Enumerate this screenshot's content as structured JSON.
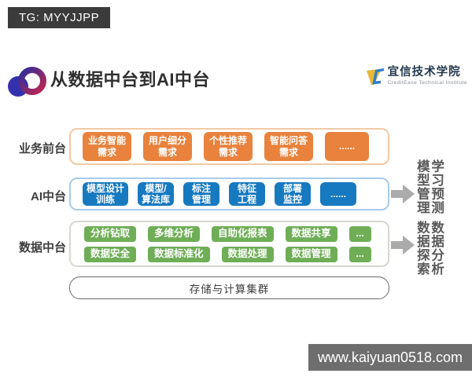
{
  "badge": {
    "text": "TG: MYYJJPP"
  },
  "title": "从数据中台到AI中台",
  "brand": {
    "name": "宜信技术学院",
    "subtitle": "CreditEase Technical Institute"
  },
  "rows": [
    {
      "key": "business-frontend",
      "label": "业务前台",
      "accent": "#e8823c",
      "border": "#f2c9a4",
      "boxes": [
        "业务智能\n需求",
        "用户细分\n需求",
        "个性推荐\n需求",
        "智能问答\n需求",
        "......"
      ]
    },
    {
      "key": "ai-platform",
      "label": "AI中台",
      "accent": "#1779c0",
      "border": "#a9cbe8",
      "boxes": [
        "模型设计\n训练",
        "模型/\n算法库",
        "标注\n管理",
        "特征\n工程",
        "部署\n监控",
        "......"
      ]
    },
    {
      "key": "data-platform",
      "label": "数据中台",
      "accent": "#6fae57",
      "border": "#d4d8cf",
      "boxes_row1": [
        "分析钻取",
        "多维分析",
        "自助化报表",
        "数据共享",
        "..."
      ],
      "boxes_row2": [
        "数据安全",
        "数据标准化",
        "数据处理",
        "数据管理",
        "..."
      ]
    }
  ],
  "storage": {
    "label": "存储与计算集群"
  },
  "annotations": [
    {
      "columns": [
        "模型管理",
        "学习预测"
      ]
    },
    {
      "columns": [
        "数据探索",
        "数据分析"
      ]
    }
  ],
  "watermark": "www.kaiyuan0518.com",
  "colors": {
    "arrow": "#ababab",
    "badge_bg": "#3b3b3b",
    "watermark_bg": "#6e6e6e",
    "logo_blue": "#3431ae",
    "logo_red": "#c3264e",
    "tc_yellow": "#e8b838",
    "tc_blue": "#2e7ec8"
  }
}
